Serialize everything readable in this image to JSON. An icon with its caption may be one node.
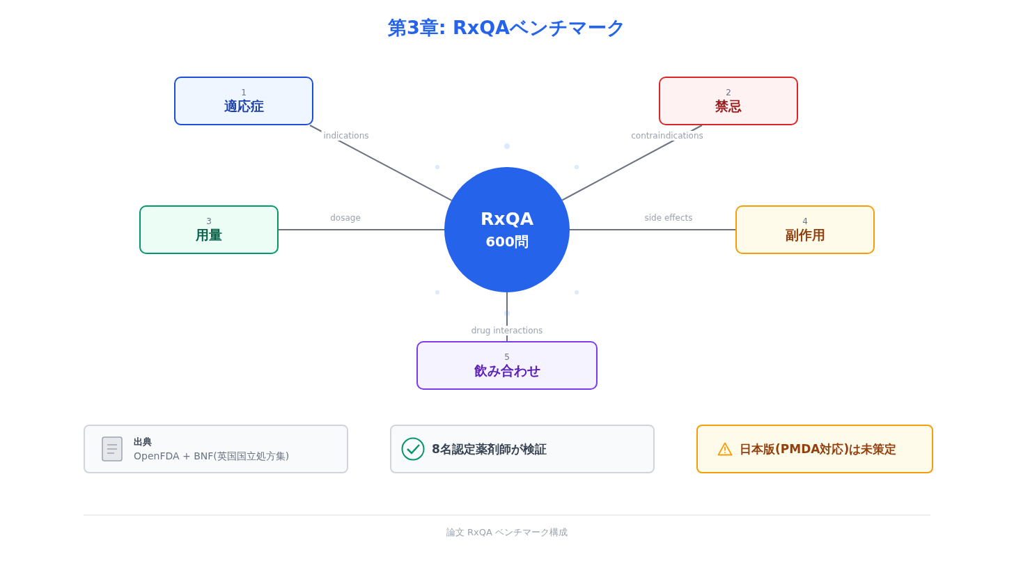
{
  "diagram": {
    "title": "第3章: RxQAベンチマーク",
    "caption": "論文 RxQA ベンチマーク構成",
    "nodes": [
      {
        "text": [
          "RxQA",
          "600問"
        ]
      },
      {
        "text": [
          "1",
          "適応症"
        ]
      },
      {
        "text": [
          "2",
          "禁忌"
        ]
      },
      {
        "text": [
          "3",
          "用量"
        ]
      },
      {
        "text": [
          "4",
          "副作用"
        ]
      },
      {
        "text": [
          "5",
          "飲み合わせ"
        ]
      },
      {
        "text": [
          "出典",
          "OpenFDA + BNF(英国国立処方集)"
        ]
      },
      {
        "text": [
          "8名認定薬剤師が検証"
        ]
      },
      {
        "text": [
          "日本版(PMDA対応)は未策定"
        ]
      }
    ],
    "edges": [
      {
        "from": 0,
        "to": 1,
        "arrow": "none",
        "label": "indications"
      },
      {
        "from": 0,
        "to": 2,
        "arrow": "none",
        "label": "contraindications"
      },
      {
        "from": 0,
        "to": 3,
        "arrow": "none",
        "label": "dosage"
      },
      {
        "from": 0,
        "to": 4,
        "arrow": "none",
        "label": "side effects"
      },
      {
        "from": 0,
        "to": 5,
        "arrow": "none",
        "label": "drug interactions"
      }
    ]
  }
}
